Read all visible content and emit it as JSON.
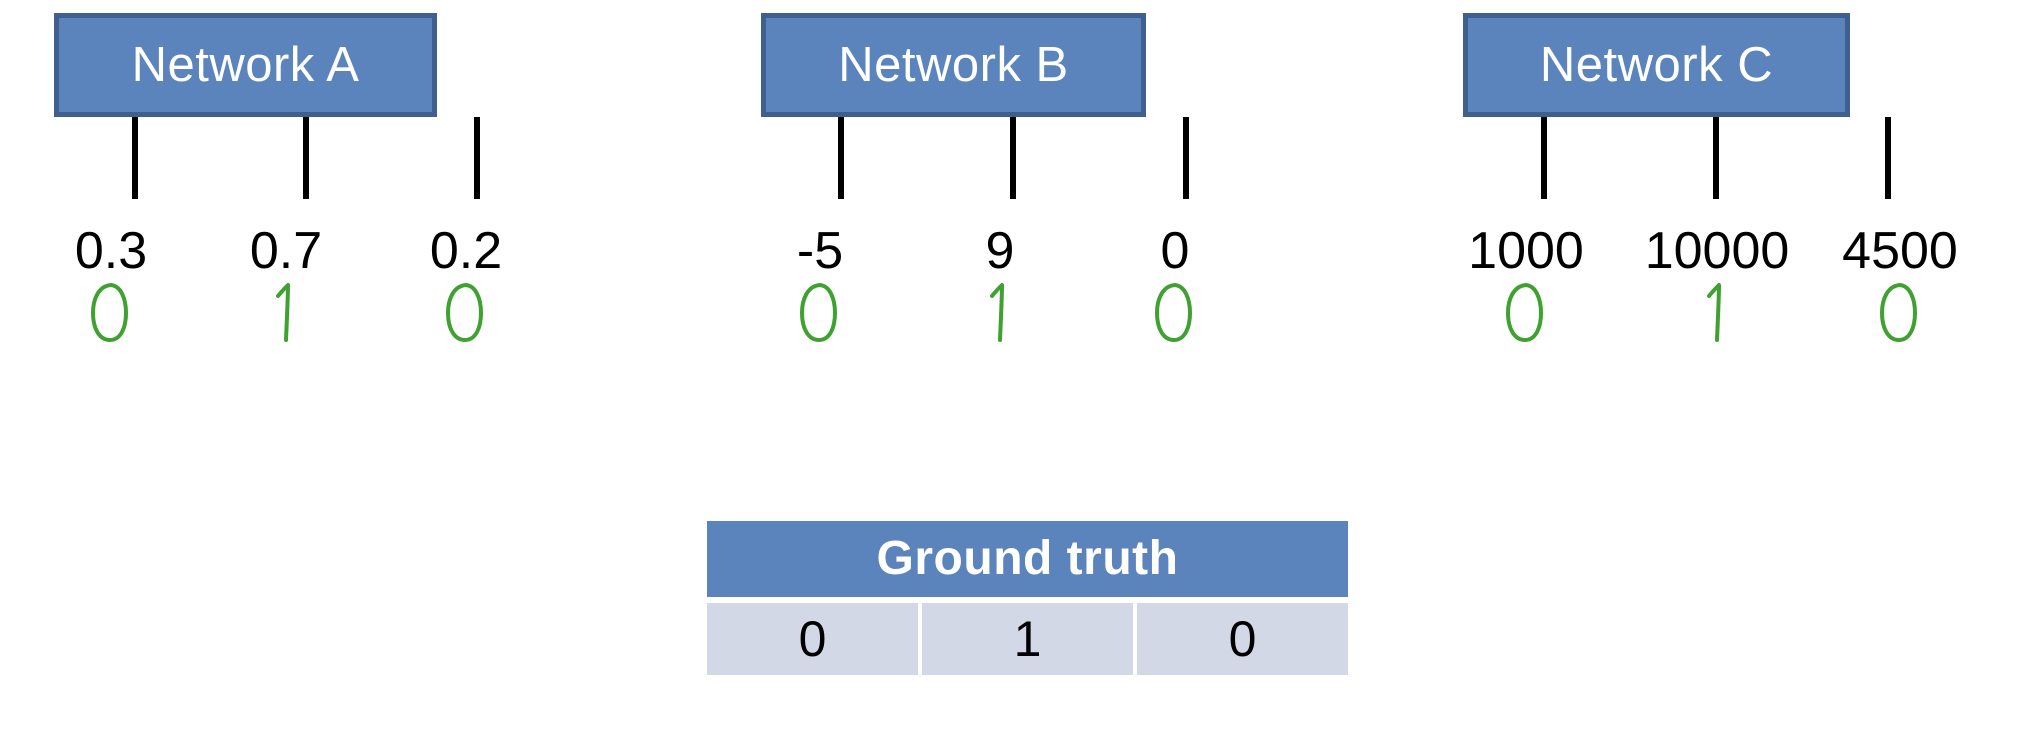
{
  "diagram": {
    "title_hidden": "",
    "networks": [
      {
        "name": "Network A",
        "outputs": [
          "0.3",
          "0.7",
          "0.2"
        ],
        "annotations": [
          "0",
          "1",
          "0"
        ]
      },
      {
        "name": "Network B",
        "outputs": [
          "-5",
          "9",
          "0"
        ],
        "annotations": [
          "0",
          "1",
          "0"
        ]
      },
      {
        "name": "Network C",
        "outputs": [
          "1000",
          "10000",
          "4500"
        ],
        "annotations": [
          "0",
          "1",
          "0"
        ]
      }
    ],
    "ground_truth": {
      "header": "Ground truth",
      "values": [
        "0",
        "1",
        "0"
      ]
    },
    "colors": {
      "box_fill": "#5B83BC",
      "box_border": "#3F5F8F",
      "box_text": "#FFFFFF",
      "output_text": "#000000",
      "annotation_green": "#3FA130",
      "table_cell_fill": "#D2D8E6",
      "connector": "#000000",
      "background": "#FFFFFF"
    }
  }
}
